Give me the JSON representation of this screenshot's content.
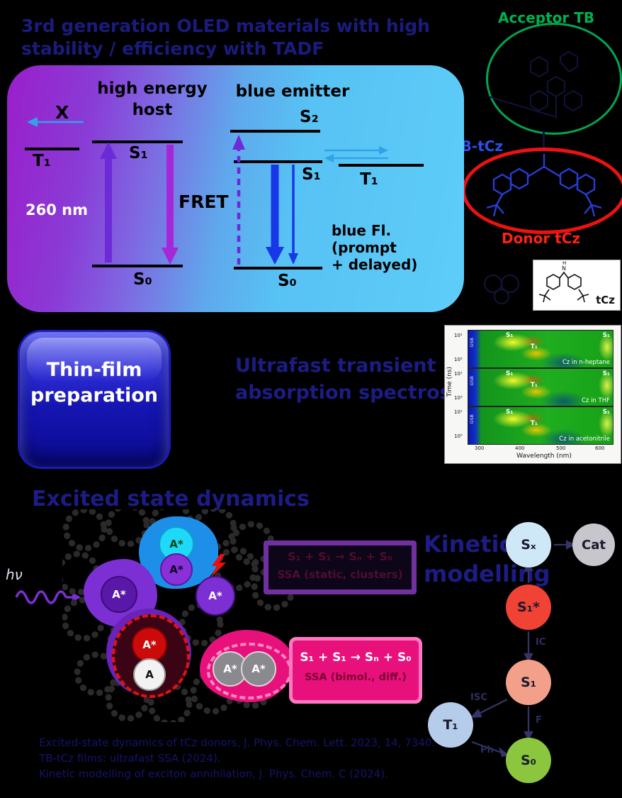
{
  "header": {
    "title_line1": "3rd generation OLED materials with high",
    "title_line2": "stability / efficiency with TADF"
  },
  "molecules": {
    "acceptor_label": "Acceptor TB",
    "dyad_label": "TB-tCz",
    "donor_label": "Donor tCz",
    "tcz_caption": "tCz",
    "tcz_atom_n": "N",
    "tcz_atom_h": "H"
  },
  "jablonski": {
    "host_title_line1": "high energy",
    "host_title_line2": "host",
    "emitter_title": "blue emitter",
    "x_label": "X",
    "excitation": "260 nm",
    "fret": "FRET",
    "host": {
      "s1": "S₁",
      "t1": "T₁",
      "s0": "S₀"
    },
    "emitter": {
      "s2": "S₂",
      "s1": "S₁",
      "t1": "T₁",
      "s0": "S₀"
    },
    "emission_line1": "blue Fl.",
    "emission_line2": "(prompt",
    "emission_line3": "+ delayed)"
  },
  "thin_film": {
    "line1": "Thin-film",
    "line2": "preparation"
  },
  "ta": {
    "heading_line1": "Ultrafast transient",
    "heading_line2": "absorption spectroscopy",
    "figure": {
      "ylabel": "Time (ns)",
      "xlabel": "Wavelength (nm)",
      "ytick_top": "10¹",
      "ytick_bottom": "10³",
      "xticks": [
        "300",
        "400",
        "500",
        "600"
      ],
      "panels": [
        {
          "gsb": "GSB",
          "s1": "S₁",
          "t1": "T₁",
          "right": "S₁",
          "caption": "Cz in n-heptane"
        },
        {
          "gsb": "GSB",
          "s1": "S₁",
          "t1": "T₁",
          "right": "S₁",
          "caption": "Cz in THF"
        },
        {
          "gsb": "GSB",
          "s1": "S₁",
          "t1": "T₁",
          "right": "S₁",
          "caption": "Cz in acetonitrile"
        }
      ]
    }
  },
  "dynamics": {
    "heading": "Excited state dynamics",
    "photon": "hν",
    "a_star": "A*",
    "a": "A",
    "purple_box_line1": "S₁ + S₁ → Sₙ + S₀",
    "purple_box_line2": "SSA (static, clusters)",
    "pink_box_line1": "S₁ + S₁ → Sₙ + S₀",
    "pink_box_line2": "SSA (bimol., diff.)"
  },
  "kinetics": {
    "heading_line1": "Kinetic",
    "heading_line2": "modelling",
    "nodes": [
      {
        "label": "Sₓ"
      },
      {
        "label": "Cat"
      },
      {
        "label": "S₁*"
      },
      {
        "label": "S₁"
      },
      {
        "label": "T₁"
      },
      {
        "label": "S₀"
      }
    ],
    "rate_ic": "IC",
    "rate_isc": "ISC",
    "rate_f": "F",
    "rate_ph": "Ph"
  },
  "references": {
    "line1": "Excited-state dynamics of tCz donors, J. Phys. Chem. Lett. 2023, 14, 7340.",
    "line2": "TB-tCz films: ultrafast SSA (2024).",
    "line3": "Kinetic modelling of exciton annihilation, J. Phys. Chem. C (2024)."
  },
  "colors": {
    "accent_purple": "#7a22cc",
    "accent_blue": "#1838e8",
    "acceptor_green": "#00b050",
    "dyad_blue": "#2b50e8",
    "donor_red": "#ff2211",
    "pink": "#e8117c"
  }
}
